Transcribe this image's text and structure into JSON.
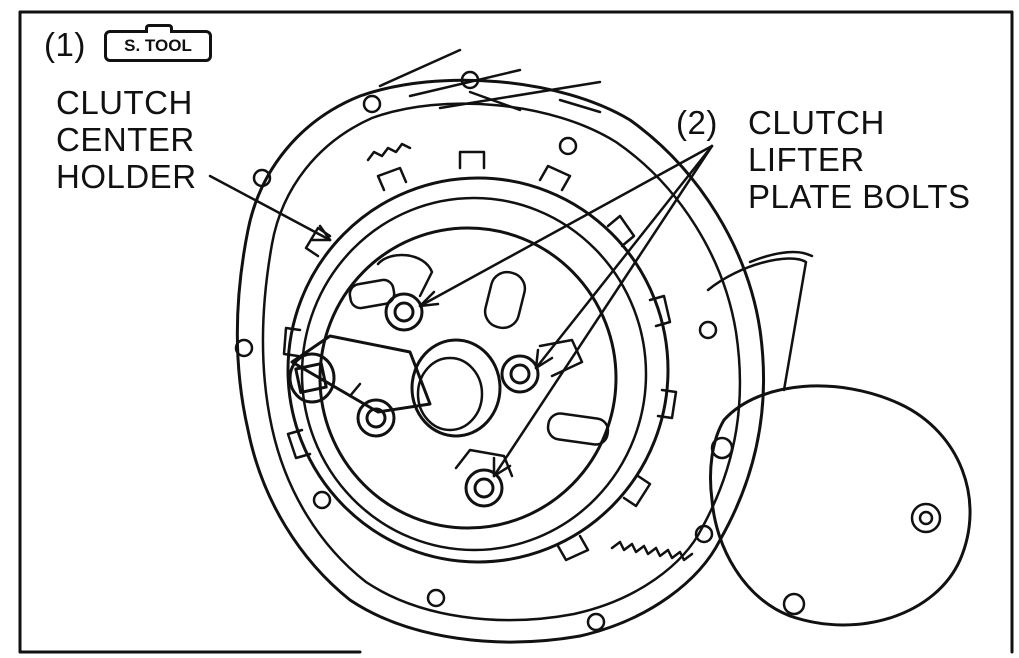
{
  "labels": {
    "ref1": "(1)",
    "tool_badge": "S. TOOL",
    "holder_line1": "CLUTCH",
    "holder_line2": "CENTER",
    "holder_line3": "HOLDER",
    "ref2": "(2)",
    "bolts_line1": "CLUTCH",
    "bolts_line2": "LIFTER",
    "bolts_line3": "PLATE BOLTS"
  },
  "icons": [
    "tool-badge-icon",
    "bolt-icon",
    "arrow-icon"
  ],
  "colors": {
    "ink": "#111111",
    "paper": "#ffffff"
  }
}
